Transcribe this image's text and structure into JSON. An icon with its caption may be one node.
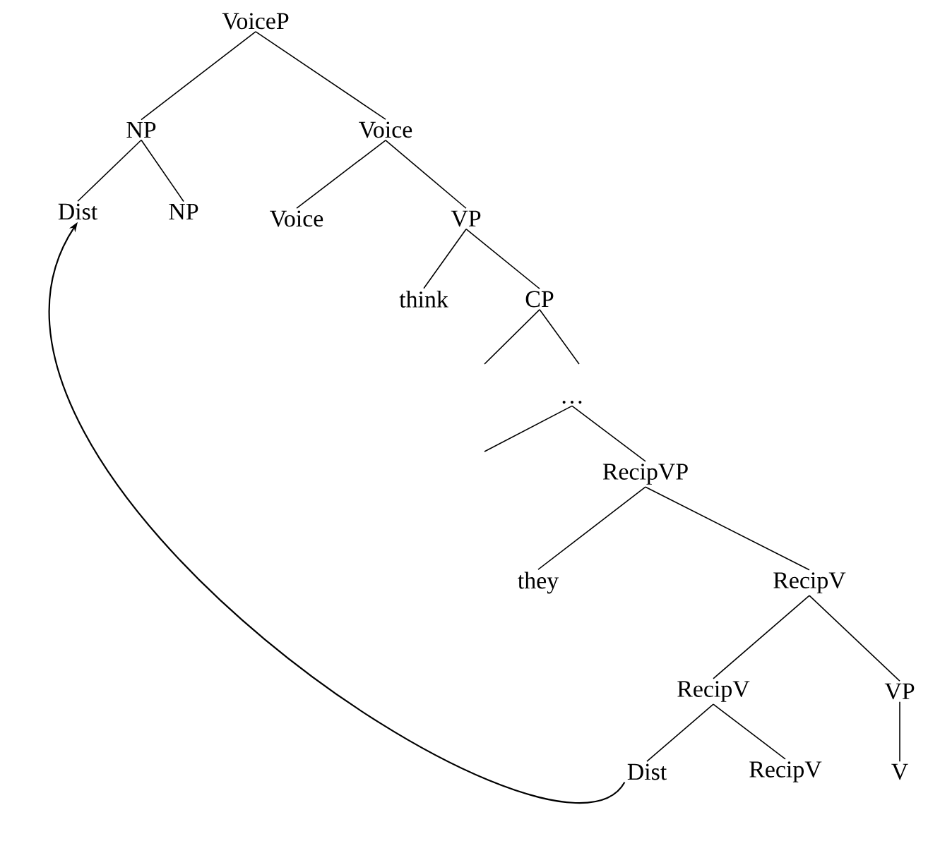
{
  "diagram": {
    "nodes": [
      {
        "text": [
          "VoiceP"
        ]
      },
      {
        "text": [
          "NP"
        ]
      },
      {
        "text": [
          "Voice"
        ]
      },
      {
        "text": [
          "Dist"
        ]
      },
      {
        "text": [
          "NP"
        ]
      },
      {
        "text": [
          "Voice"
        ]
      },
      {
        "text": [
          "VP"
        ]
      },
      {
        "text": [
          "think"
        ]
      },
      {
        "text": [
          "CP"
        ]
      },
      {
        "text": [
          "…"
        ]
      },
      {
        "text": [
          "RecipVP"
        ]
      },
      {
        "text": [
          "they"
        ]
      },
      {
        "text": [
          "RecipV"
        ]
      },
      {
        "text": [
          "RecipV"
        ]
      },
      {
        "text": [
          "VP"
        ]
      },
      {
        "text": [
          "Dist"
        ]
      },
      {
        "text": [
          "RecipV"
        ]
      },
      {
        "text": [
          "V"
        ]
      }
    ],
    "edges": [
      {
        "from": 0,
        "to": 1,
        "arrow": "none"
      },
      {
        "from": 0,
        "to": 2,
        "arrow": "none"
      },
      {
        "from": 1,
        "to": 3,
        "arrow": "none"
      },
      {
        "from": 1,
        "to": 4,
        "arrow": "none"
      },
      {
        "from": 2,
        "to": 5,
        "arrow": "none"
      },
      {
        "from": 2,
        "to": 6,
        "arrow": "none"
      },
      {
        "from": 6,
        "to": 7,
        "arrow": "none"
      },
      {
        "from": 6,
        "to": 8,
        "arrow": "none"
      },
      {
        "from": 8,
        "to": null,
        "arrow": "none"
      },
      {
        "from": 8,
        "to": null,
        "arrow": "none"
      },
      {
        "from": 9,
        "to": null,
        "arrow": "none"
      },
      {
        "from": 9,
        "to": 10,
        "arrow": "none"
      },
      {
        "from": 10,
        "to": 11,
        "arrow": "none"
      },
      {
        "from": 10,
        "to": 12,
        "arrow": "none"
      },
      {
        "from": 12,
        "to": 13,
        "arrow": "none"
      },
      {
        "from": 12,
        "to": 14,
        "arrow": "none"
      },
      {
        "from": 13,
        "to": 15,
        "arrow": "none"
      },
      {
        "from": 13,
        "to": 16,
        "arrow": "none"
      },
      {
        "from": 14,
        "to": 17,
        "arrow": "none"
      },
      {
        "from": 15,
        "to": 3,
        "arrow": "to"
      }
    ]
  }
}
